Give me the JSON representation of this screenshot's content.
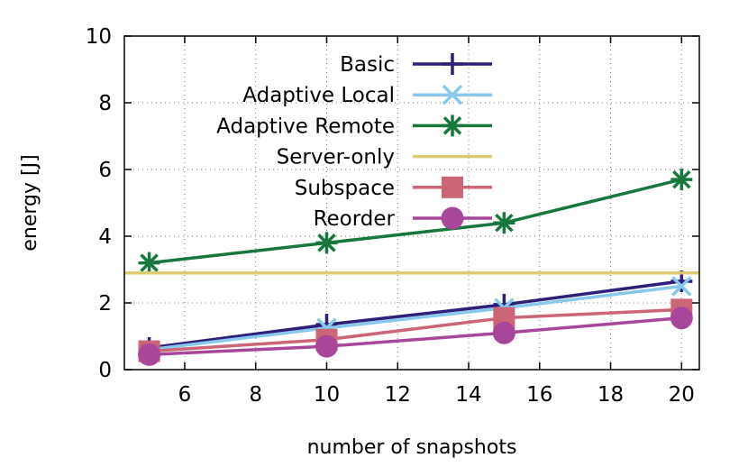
{
  "chart_data": {
    "type": "line",
    "title": "",
    "xlabel": "number of snapshots",
    "ylabel": "energy [J]",
    "xlim": [
      4.3,
      20.5
    ],
    "ylim": [
      0,
      10
    ],
    "xticks": [
      6,
      8,
      10,
      12,
      14,
      16,
      18,
      20
    ],
    "yticks": [
      0,
      2,
      4,
      6,
      8,
      10
    ],
    "xtick_labels": [
      "6",
      "8",
      "10",
      "12",
      "14",
      "16",
      "18",
      "20"
    ],
    "ytick_labels": [
      "0",
      "2",
      "4",
      "6",
      "8",
      "10"
    ],
    "grid": true,
    "legend_position": "top-left inside",
    "series": [
      {
        "name": "Basic",
        "color": "#2e1f7a",
        "marker": "plus",
        "x": [
          5,
          10,
          15,
          20
        ],
        "y": [
          0.65,
          1.35,
          1.95,
          2.65
        ]
      },
      {
        "name": "Adaptive Local",
        "color": "#87c8ec",
        "marker": "cross",
        "x": [
          5,
          10,
          15,
          20
        ],
        "y": [
          0.6,
          1.25,
          1.85,
          2.5
        ]
      },
      {
        "name": "Adaptive Remote",
        "color": "#17773c",
        "marker": "star",
        "x": [
          5,
          10,
          15,
          20
        ],
        "y": [
          3.2,
          3.8,
          4.4,
          5.7
        ]
      },
      {
        "name": "Server-only",
        "color": "#dccb72",
        "marker": "none",
        "x": [
          4.3,
          20.5
        ],
        "y": [
          2.9,
          2.9
        ]
      },
      {
        "name": "Subspace",
        "color": "#cc6677",
        "marker": "square",
        "x": [
          5,
          10,
          15,
          20
        ],
        "y": [
          0.55,
          0.9,
          1.55,
          1.8
        ]
      },
      {
        "name": "Reorder",
        "color": "#a8479a",
        "marker": "circle",
        "x": [
          5,
          10,
          15,
          20
        ],
        "y": [
          0.45,
          0.7,
          1.1,
          1.55
        ]
      }
    ]
  }
}
